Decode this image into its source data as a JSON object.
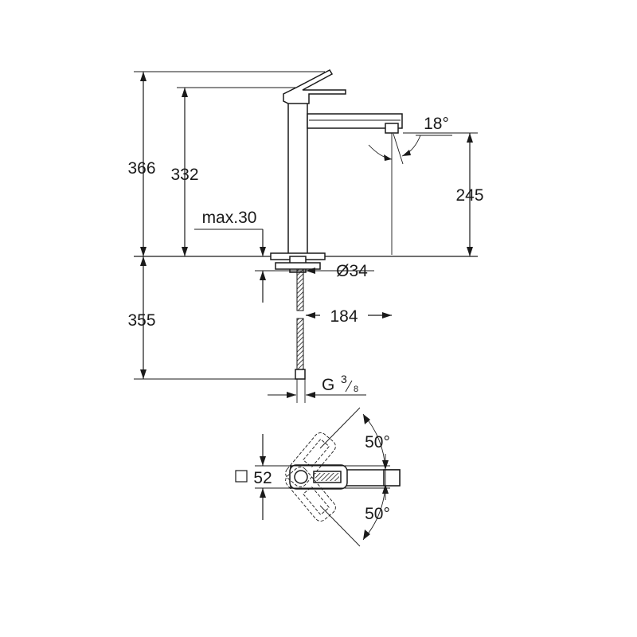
{
  "dimensions": {
    "total_height": "366",
    "spout_height": "332",
    "max_thickness": "max.30",
    "outlet_height": "245",
    "spout_angle": "18°",
    "hole_diameter": "Ø34",
    "below_counter": "355",
    "projection": "184",
    "thread_letter": "G",
    "thread_num": "3",
    "thread_den": "8",
    "base_square": "52",
    "swivel_upper": "50°",
    "swivel_lower": "50°"
  }
}
